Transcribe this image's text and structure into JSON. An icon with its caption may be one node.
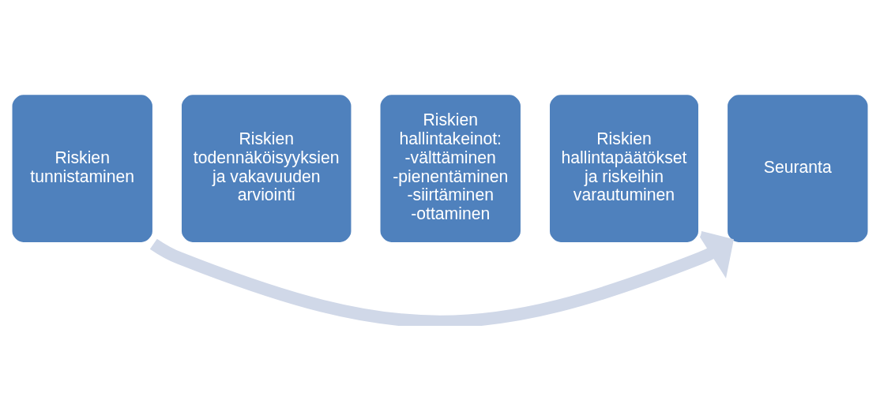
{
  "diagram": {
    "nodes": [
      {
        "text": [
          "Riskien tunnistaminen"
        ]
      },
      {
        "text": [
          "Riskien todennäköisyyksien ja vakavuuden arviointi"
        ]
      },
      {
        "text": [
          "Riskien hallintakeinot:",
          "-välttäminen",
          "-pienentäminen",
          "-siirtäminen",
          "-ottaminen"
        ]
      },
      {
        "text": [
          "Riskien hallintapäätökset ja riskeihin varautuminen"
        ]
      },
      {
        "text": [
          "Seuranta"
        ]
      }
    ],
    "edges": [
      {
        "from": 0,
        "to": 4,
        "arrow": "to",
        "color": "#d0d8e8"
      }
    ]
  }
}
